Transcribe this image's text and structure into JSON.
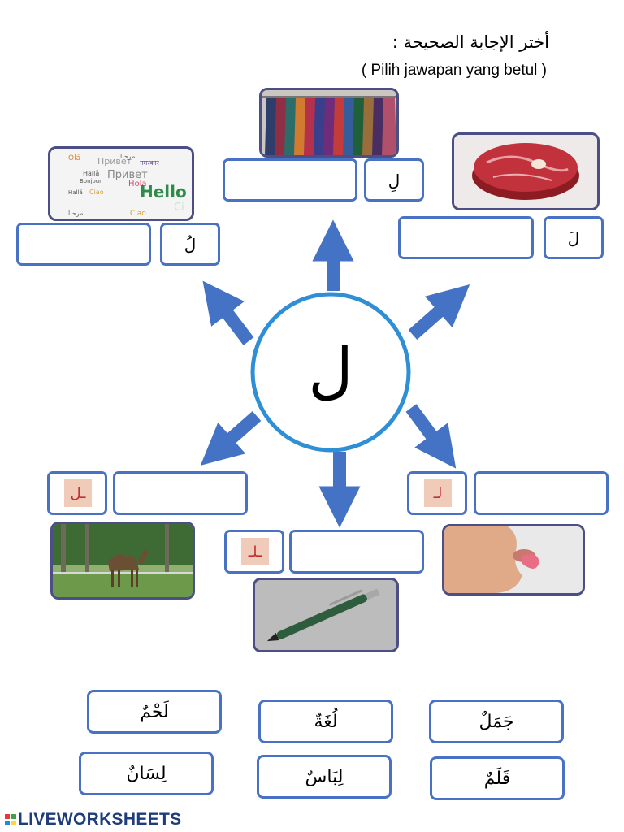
{
  "instructions": {
    "arabic": "أختر الإجابة الصحيحة :",
    "malay": "( Pilih jawapan yang betul )"
  },
  "center_letter": "ل",
  "letter_boxes": {
    "top": "لِ",
    "top_left": "لُ",
    "top_right": "لَ"
  },
  "shape_tiles": {
    "left": "ـل",
    "right": "لـ",
    "bottom": "ـلـ"
  },
  "picture_words": {
    "hello": [
      "Olá",
      "Привет",
      "नमस्कार",
      "Hallå",
      "Bonjour",
      "Привет",
      "Hola",
      "Hello",
      "Hallå",
      "Ciao",
      "Ci",
      "مرحبا",
      "مرحبا",
      "Ciao"
    ]
  },
  "answers": [
    {
      "text": "لَحْمٌ"
    },
    {
      "text": "لُغَةٌ"
    },
    {
      "text": "جَمَلٌ"
    },
    {
      "text": "لِسَانٌ"
    },
    {
      "text": "لِبَاسٌ"
    },
    {
      "text": "قَلَمٌ"
    }
  ],
  "footer": {
    "brand": "LIVEWORKSHEETS"
  },
  "colors": {
    "box_border": "#4a72c4",
    "arrow": "#4472c4",
    "circle": "#2e8fd6",
    "frame": "#4b4f86"
  }
}
